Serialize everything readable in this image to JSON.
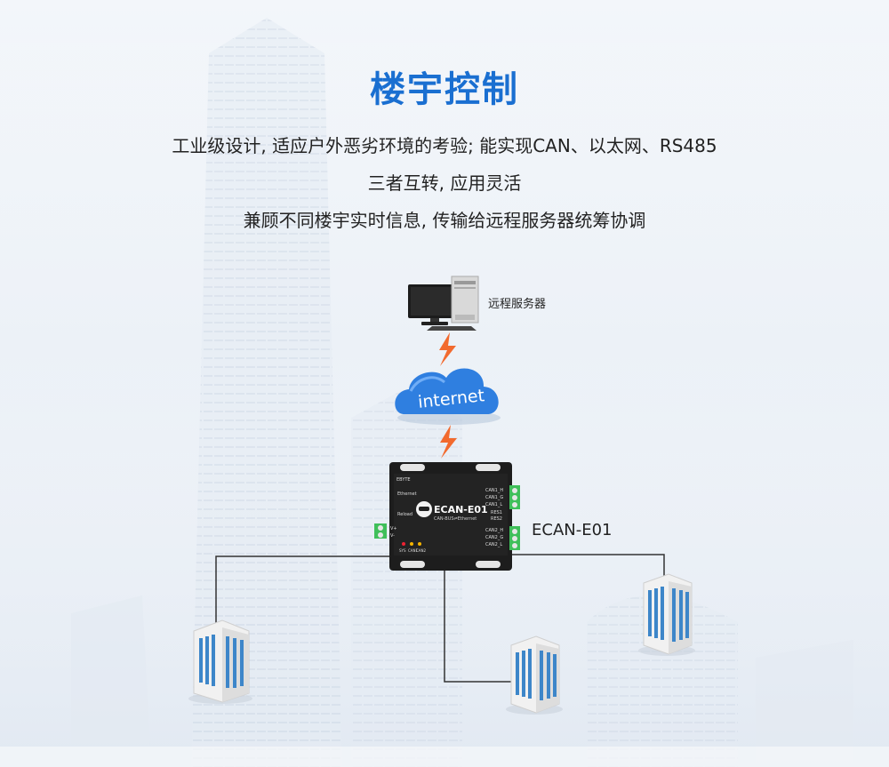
{
  "heading": "楼宇控制",
  "description": {
    "line1": "工业级设计, 适应户外恶劣环境的考验; 能实现CAN、以太网、RS485",
    "line2": "三者互转, 应用灵活",
    "line3": "兼顾不同楼宇实时信息, 传输给远程服务器统筹协调"
  },
  "diagram": {
    "server_label": "远程服务器",
    "cloud_label": "internet",
    "device_label": "ECAN-E01",
    "device": {
      "brand": "EBYTE",
      "model": "ECAN-E01",
      "subtitle": "CAN-BUS⇌Ethernet",
      "left_labels": [
        "Ethernet",
        "Reload",
        "V+",
        "V-"
      ],
      "right_labels": [
        "CAN1_H",
        "CAN1_G",
        "CAN1_L",
        "RES1",
        "RES2",
        "CAN2_H",
        "CAN2_G",
        "CAN2_L"
      ],
      "leds": [
        "SYS",
        "CAN1",
        "CAN2"
      ]
    }
  },
  "colors": {
    "accent": "#1a6fd1",
    "bolt": "#f26a2e",
    "cloud": "#2f7fe0",
    "terminal": "#3fbf5a",
    "building": "#3d86c9"
  }
}
